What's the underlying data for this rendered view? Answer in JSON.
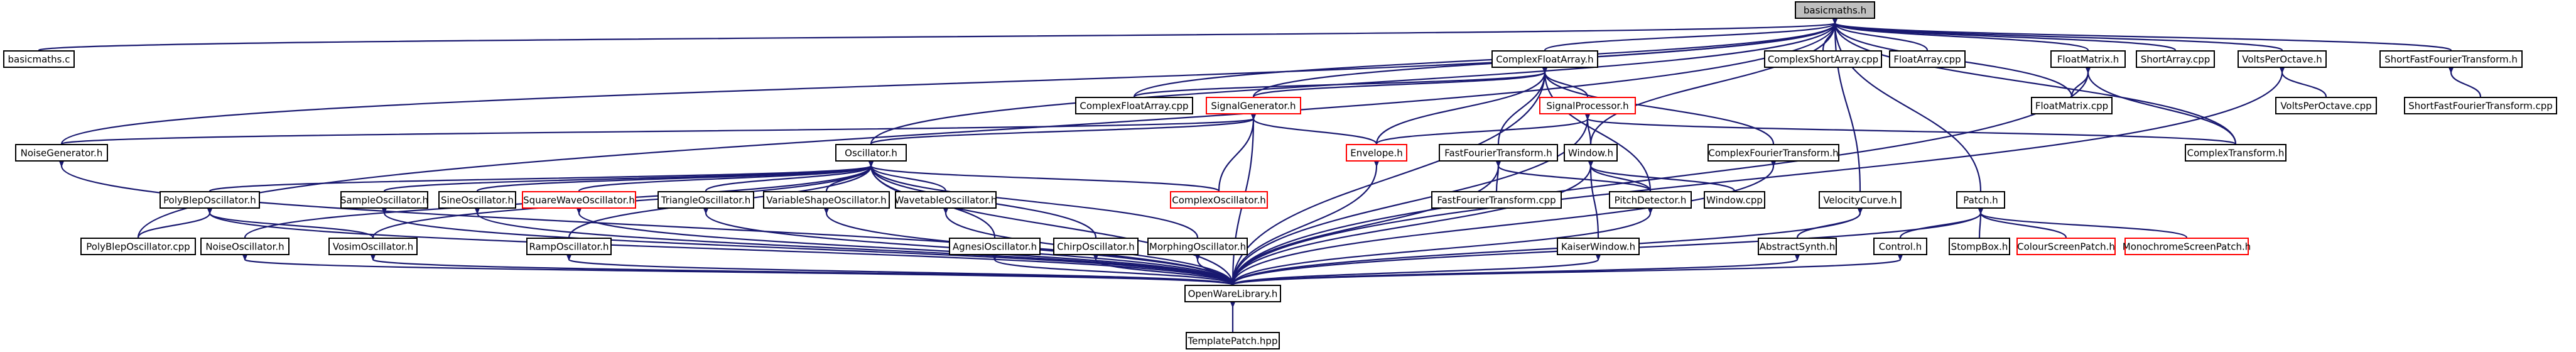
{
  "colors": {
    "edge": "#191970",
    "node_border": "#000000",
    "node_border_incomplete": "#ff0000",
    "root_fill": "#bfbfbf",
    "background": "#ffffff"
  },
  "nodes": [
    {
      "id": "basicmaths_h",
      "label": "basicmaths.h",
      "style": "root"
    },
    {
      "id": "basicmaths_c",
      "label": "basicmaths.c",
      "style": "normal"
    },
    {
      "id": "NoiseGenerator_h",
      "label": "NoiseGenerator.h",
      "style": "normal"
    },
    {
      "id": "Oscillator_h",
      "label": "Oscillator.h",
      "style": "normal"
    },
    {
      "id": "ComplexFloatArray_h",
      "label": "ComplexFloatArray.h",
      "style": "normal"
    },
    {
      "id": "ComplexFloatArray_cpp",
      "label": "ComplexFloatArray.cpp",
      "style": "normal"
    },
    {
      "id": "SignalGenerator_h",
      "label": "SignalGenerator.h",
      "style": "red"
    },
    {
      "id": "SignalProcessor_h",
      "label": "SignalProcessor.h",
      "style": "red"
    },
    {
      "id": "Envelope_h",
      "label": "Envelope.h",
      "style": "red"
    },
    {
      "id": "FastFourierTransform_h",
      "label": "FastFourierTransform.h",
      "style": "normal"
    },
    {
      "id": "FastFourierTransform_cpp",
      "label": "FastFourierTransform.cpp",
      "style": "normal"
    },
    {
      "id": "Window_h",
      "label": "Window.h",
      "style": "normal"
    },
    {
      "id": "Window_cpp",
      "label": "Window.cpp",
      "style": "normal"
    },
    {
      "id": "ComplexFourierTransform_h",
      "label": "ComplexFourierTransform.h",
      "style": "normal"
    },
    {
      "id": "PitchDetector_h",
      "label": "PitchDetector.h",
      "style": "normal"
    },
    {
      "id": "KaiserWindow_h",
      "label": "KaiserWindow.h",
      "style": "normal"
    },
    {
      "id": "ComplexShortArray_cpp",
      "label": "ComplexShortArray.cpp",
      "style": "normal"
    },
    {
      "id": "FloatArray_cpp",
      "label": "FloatArray.cpp",
      "style": "normal"
    },
    {
      "id": "FloatMatrix_h",
      "label": "FloatMatrix.h",
      "style": "normal"
    },
    {
      "id": "FloatMatrix_cpp",
      "label": "FloatMatrix.cpp",
      "style": "normal"
    },
    {
      "id": "ShortArray_cpp",
      "label": "ShortArray.cpp",
      "style": "normal"
    },
    {
      "id": "VoltsPerOctave_h",
      "label": "VoltsPerOctave.h",
      "style": "normal"
    },
    {
      "id": "VoltsPerOctave_cpp",
      "label": "VoltsPerOctave.cpp",
      "style": "normal"
    },
    {
      "id": "ShortFastFourierTransform_h",
      "label": "ShortFastFourierTransform.h",
      "style": "normal"
    },
    {
      "id": "ShortFastFourierTransform_cpp",
      "label": "ShortFastFourierTransform.cpp",
      "style": "normal"
    },
    {
      "id": "ComplexTransform_h",
      "label": "ComplexTransform.h",
      "style": "normal"
    },
    {
      "id": "VelocityCurve_h",
      "label": "VelocityCurve.h",
      "style": "normal"
    },
    {
      "id": "AbstractSynth_h",
      "label": "AbstractSynth.h",
      "style": "normal"
    },
    {
      "id": "Patch_h",
      "label": "Patch.h",
      "style": "normal"
    },
    {
      "id": "Control_h",
      "label": "Control.h",
      "style": "normal"
    },
    {
      "id": "StompBox_h",
      "label": "StompBox.h",
      "style": "normal"
    },
    {
      "id": "ColourScreenPatch_h",
      "label": "ColourScreenPatch.h",
      "style": "red"
    },
    {
      "id": "MonochromeScreenPatch_h",
      "label": "MonochromeScreenPatch.h",
      "style": "red"
    },
    {
      "id": "PolyBlepOscillator_h",
      "label": "PolyBlepOscillator.h",
      "style": "normal"
    },
    {
      "id": "PolyBlepOscillator_cpp",
      "label": "PolyBlepOscillator.cpp",
      "style": "normal"
    },
    {
      "id": "SampleOscillator_h",
      "label": "SampleOscillator.h",
      "style": "normal"
    },
    {
      "id": "SineOscillator_h",
      "label": "SineOscillator.h",
      "style": "normal"
    },
    {
      "id": "SquareWaveOscillator_h",
      "label": "SquareWaveOscillator.h",
      "style": "red"
    },
    {
      "id": "TriangleOscillator_h",
      "label": "TriangleOscillator.h",
      "style": "normal"
    },
    {
      "id": "VariableShapeOscillator_h",
      "label": "VariableShapeOscillator.h",
      "style": "normal"
    },
    {
      "id": "WavetableOscillator_h",
      "label": "WavetableOscillator.h",
      "style": "normal"
    },
    {
      "id": "ComplexOscillator_h",
      "label": "ComplexOscillator.h",
      "style": "red"
    },
    {
      "id": "NoiseOscillator_h",
      "label": "NoiseOscillator.h",
      "style": "normal"
    },
    {
      "id": "VosimOscillator_h",
      "label": "VosimOscillator.h",
      "style": "normal"
    },
    {
      "id": "RampOscillator_h",
      "label": "RampOscillator.h",
      "style": "normal"
    },
    {
      "id": "AgnesiOscillator_h",
      "label": "AgnesiOscillator.h",
      "style": "normal"
    },
    {
      "id": "ChirpOscillator_h",
      "label": "ChirpOscillator.h",
      "style": "normal"
    },
    {
      "id": "MorphingOscillator_h",
      "label": "MorphingOscillator.h",
      "style": "normal"
    },
    {
      "id": "OpenWareLibrary_h",
      "label": "OpenWareLibrary.h",
      "style": "normal"
    },
    {
      "id": "TemplatePatch_hpp",
      "label": "TemplatePatch.hpp",
      "style": "normal"
    }
  ],
  "edges": [
    [
      "basicmaths_h",
      "basicmaths_c"
    ],
    [
      "basicmaths_h",
      "NoiseGenerator_h"
    ],
    [
      "basicmaths_h",
      "Oscillator_h"
    ],
    [
      "basicmaths_h",
      "ComplexFloatArray_h"
    ],
    [
      "basicmaths_h",
      "ComplexFloatArray_cpp"
    ],
    [
      "basicmaths_h",
      "SignalGenerator_h"
    ],
    [
      "basicmaths_h",
      "Window_h"
    ],
    [
      "basicmaths_h",
      "ComplexShortArray_cpp"
    ],
    [
      "basicmaths_h",
      "FloatArray_cpp"
    ],
    [
      "basicmaths_h",
      "FloatMatrix_h"
    ],
    [
      "basicmaths_h",
      "FloatMatrix_cpp"
    ],
    [
      "basicmaths_h",
      "ShortArray_cpp"
    ],
    [
      "basicmaths_h",
      "VoltsPerOctave_h"
    ],
    [
      "basicmaths_h",
      "ShortFastFourierTransform_h"
    ],
    [
      "basicmaths_h",
      "ComplexTransform_h"
    ],
    [
      "basicmaths_h",
      "VelocityCurve_h"
    ],
    [
      "basicmaths_h",
      "Patch_h"
    ],
    [
      "basicmaths_h",
      "PolyBlepOscillator_cpp"
    ],
    [
      "ComplexFloatArray_h",
      "ComplexFloatArray_cpp"
    ],
    [
      "ComplexFloatArray_h",
      "SignalGenerator_h"
    ],
    [
      "ComplexFloatArray_h",
      "SignalProcessor_h"
    ],
    [
      "ComplexFloatArray_h",
      "FastFourierTransform_h"
    ],
    [
      "ComplexFloatArray_h",
      "ComplexFourierTransform_h"
    ],
    [
      "ComplexFloatArray_h",
      "PitchDetector_h"
    ],
    [
      "ComplexFloatArray_h",
      "Envelope_h"
    ],
    [
      "ComplexFloatArray_h",
      "OpenWareLibrary_h"
    ],
    [
      "SignalGenerator_h",
      "Oscillator_h"
    ],
    [
      "SignalGenerator_h",
      "Envelope_h"
    ],
    [
      "SignalGenerator_h",
      "ComplexOscillator_h"
    ],
    [
      "SignalGenerator_h",
      "NoiseGenerator_h"
    ],
    [
      "SignalGenerator_h",
      "OpenWareLibrary_h"
    ],
    [
      "SignalProcessor_h",
      "Envelope_h"
    ],
    [
      "SignalProcessor_h",
      "Window_h"
    ],
    [
      "SignalProcessor_h",
      "ComplexTransform_h"
    ],
    [
      "SignalProcessor_h",
      "OpenWareLibrary_h"
    ],
    [
      "FastFourierTransform_h",
      "FastFourierTransform_cpp"
    ],
    [
      "FastFourierTransform_h",
      "PitchDetector_h"
    ],
    [
      "FastFourierTransform_h",
      "OpenWareLibrary_h"
    ],
    [
      "Window_h",
      "Window_cpp"
    ],
    [
      "Window_h",
      "PitchDetector_h"
    ],
    [
      "Window_h",
      "KaiserWindow_h"
    ],
    [
      "Window_h",
      "OpenWareLibrary_h"
    ],
    [
      "ComplexFourierTransform_h",
      "OpenWareLibrary_h"
    ],
    [
      "PitchDetector_h",
      "OpenWareLibrary_h"
    ],
    [
      "KaiserWindow_h",
      "OpenWareLibrary_h"
    ],
    [
      "Envelope_h",
      "OpenWareLibrary_h"
    ],
    [
      "NoiseGenerator_h",
      "OpenWareLibrary_h"
    ],
    [
      "FloatMatrix_h",
      "FloatMatrix_cpp"
    ],
    [
      "FloatMatrix_h",
      "ComplexTransform_h"
    ],
    [
      "FloatMatrix_h",
      "OpenWareLibrary_h"
    ],
    [
      "VoltsPerOctave_h",
      "VoltsPerOctave_cpp"
    ],
    [
      "VoltsPerOctave_h",
      "OpenWareLibrary_h"
    ],
    [
      "ShortFastFourierTransform_h",
      "ShortFastFourierTransform_cpp"
    ],
    [
      "VelocityCurve_h",
      "AbstractSynth_h"
    ],
    [
      "VelocityCurve_h",
      "OpenWareLibrary_h"
    ],
    [
      "AbstractSynth_h",
      "OpenWareLibrary_h"
    ],
    [
      "Patch_h",
      "Control_h"
    ],
    [
      "Patch_h",
      "StompBox_h"
    ],
    [
      "Patch_h",
      "ColourScreenPatch_h"
    ],
    [
      "Patch_h",
      "MonochromeScreenPatch_h"
    ],
    [
      "Patch_h",
      "OpenWareLibrary_h"
    ],
    [
      "Control_h",
      "OpenWareLibrary_h"
    ],
    [
      "Oscillator_h",
      "PolyBlepOscillator_h"
    ],
    [
      "Oscillator_h",
      "SampleOscillator_h"
    ],
    [
      "Oscillator_h",
      "SineOscillator_h"
    ],
    [
      "Oscillator_h",
      "SquareWaveOscillator_h"
    ],
    [
      "Oscillator_h",
      "TriangleOscillator_h"
    ],
    [
      "Oscillator_h",
      "VariableShapeOscillator_h"
    ],
    [
      "Oscillator_h",
      "WavetableOscillator_h"
    ],
    [
      "Oscillator_h",
      "ComplexOscillator_h"
    ],
    [
      "Oscillator_h",
      "NoiseOscillator_h"
    ],
    [
      "Oscillator_h",
      "VosimOscillator_h"
    ],
    [
      "Oscillator_h",
      "RampOscillator_h"
    ],
    [
      "Oscillator_h",
      "AgnesiOscillator_h"
    ],
    [
      "Oscillator_h",
      "ChirpOscillator_h"
    ],
    [
      "Oscillator_h",
      "MorphingOscillator_h"
    ],
    [
      "Oscillator_h",
      "OpenWareLibrary_h"
    ],
    [
      "PolyBlepOscillator_h",
      "PolyBlepOscillator_cpp"
    ],
    [
      "PolyBlepOscillator_h",
      "VosimOscillator_h"
    ],
    [
      "PolyBlepOscillator_h",
      "OpenWareLibrary_h"
    ],
    [
      "SampleOscillator_h",
      "OpenWareLibrary_h"
    ],
    [
      "SineOscillator_h",
      "OpenWareLibrary_h"
    ],
    [
      "SquareWaveOscillator_h",
      "OpenWareLibrary_h"
    ],
    [
      "TriangleOscillator_h",
      "OpenWareLibrary_h"
    ],
    [
      "VariableShapeOscillator_h",
      "OpenWareLibrary_h"
    ],
    [
      "WavetableOscillator_h",
      "OpenWareLibrary_h"
    ],
    [
      "NoiseOscillator_h",
      "OpenWareLibrary_h"
    ],
    [
      "VosimOscillator_h",
      "OpenWareLibrary_h"
    ],
    [
      "RampOscillator_h",
      "OpenWareLibrary_h"
    ],
    [
      "AgnesiOscillator_h",
      "OpenWareLibrary_h"
    ],
    [
      "ChirpOscillator_h",
      "OpenWareLibrary_h"
    ],
    [
      "MorphingOscillator_h",
      "OpenWareLibrary_h"
    ],
    [
      "OpenWareLibrary_h",
      "TemplatePatch_hpp"
    ]
  ]
}
